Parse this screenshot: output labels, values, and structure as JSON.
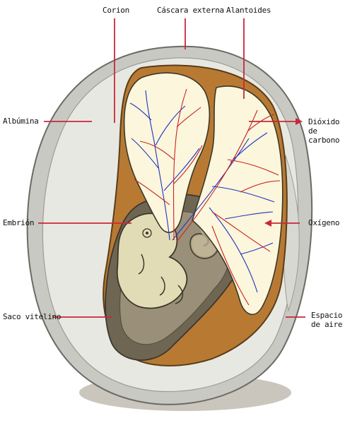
{
  "diagram": {
    "labels": {
      "corion": "Corion",
      "cascara": "Cáscara externa",
      "alantoides": "Alantoides",
      "albumina": "Albúmina",
      "dioxido": "Dióxido de carbono",
      "embrion": "Embrión",
      "oxigeno": "Oxígeno",
      "saco": "Saco vitelino",
      "espacio": "Espacio de aire"
    },
    "colors": {
      "shell": "#c9c9c3",
      "albumen": "#e8e8e2",
      "chorion": "#b87a33",
      "allantois": "#fbf6dc",
      "yolk_sac": "#6f6553",
      "embryo": "#e2dcb6",
      "vein_red": "#cc2222",
      "vein_blue": "#2233bb",
      "pointer": "#c8283a"
    }
  }
}
